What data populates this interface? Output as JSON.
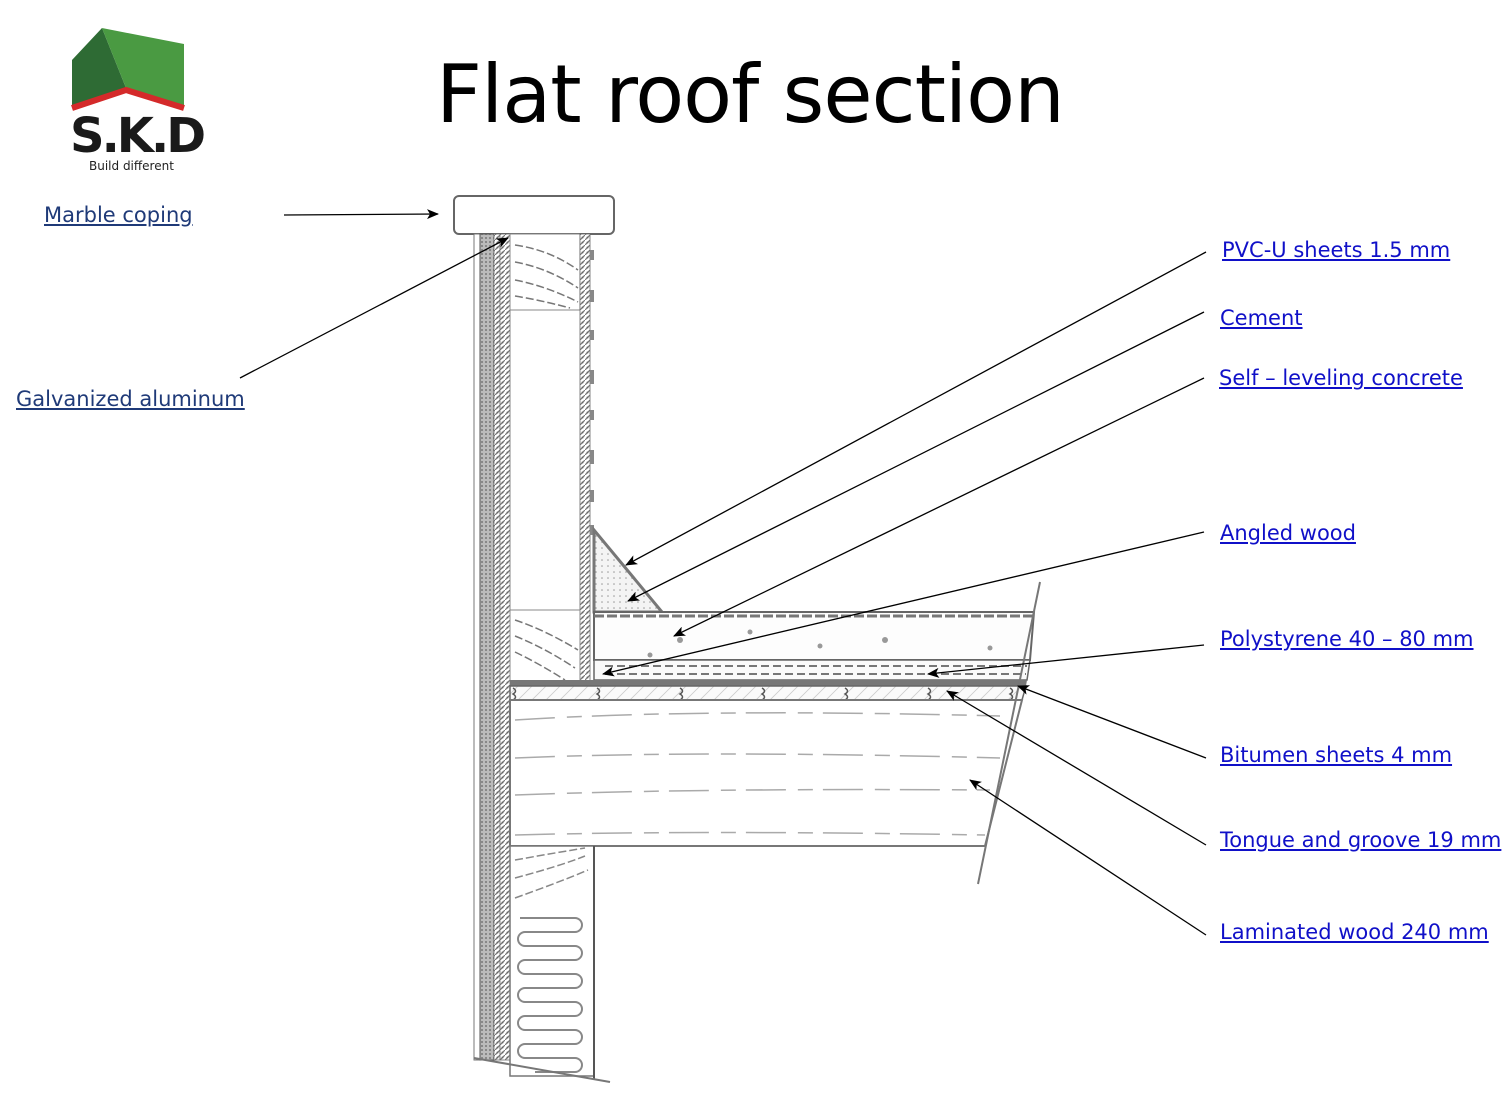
{
  "title": "Flat roof section",
  "logo": {
    "brand": "S.K.D",
    "tagline": "Build different",
    "colors": {
      "roof_dark": "#2e6b34",
      "roof_light": "#4a9a42",
      "ridge": "#d42a2a",
      "text": "#1a1a1a"
    }
  },
  "colors": {
    "left_label": "#1f3a78",
    "right_label": "#1010c8",
    "leader": "#000000",
    "drawing": "#555555"
  },
  "labels": {
    "left": [
      {
        "id": "marble-coping",
        "text": "Marble coping"
      },
      {
        "id": "galvanized-aluminum",
        "text": "Galvanized aluminum"
      }
    ],
    "right": [
      {
        "id": "pvc-u-sheets",
        "text": "PVC-U sheets 1.5 mm"
      },
      {
        "id": "cement",
        "text": "Cement"
      },
      {
        "id": "self-leveling-concrete",
        "text": "Self – leveling concrete"
      },
      {
        "id": "angled-wood",
        "text": "Angled wood"
      },
      {
        "id": "polystyrene",
        "text": "Polystyrene 40 – 80 mm "
      },
      {
        "id": "bitumen-sheets",
        "text": "Bitumen sheets 4 mm "
      },
      {
        "id": "tongue-and-groove",
        "text": "Tongue and groove 19 mm"
      },
      {
        "id": "laminated-wood",
        "text": "Laminated wood 240 mm"
      }
    ]
  }
}
